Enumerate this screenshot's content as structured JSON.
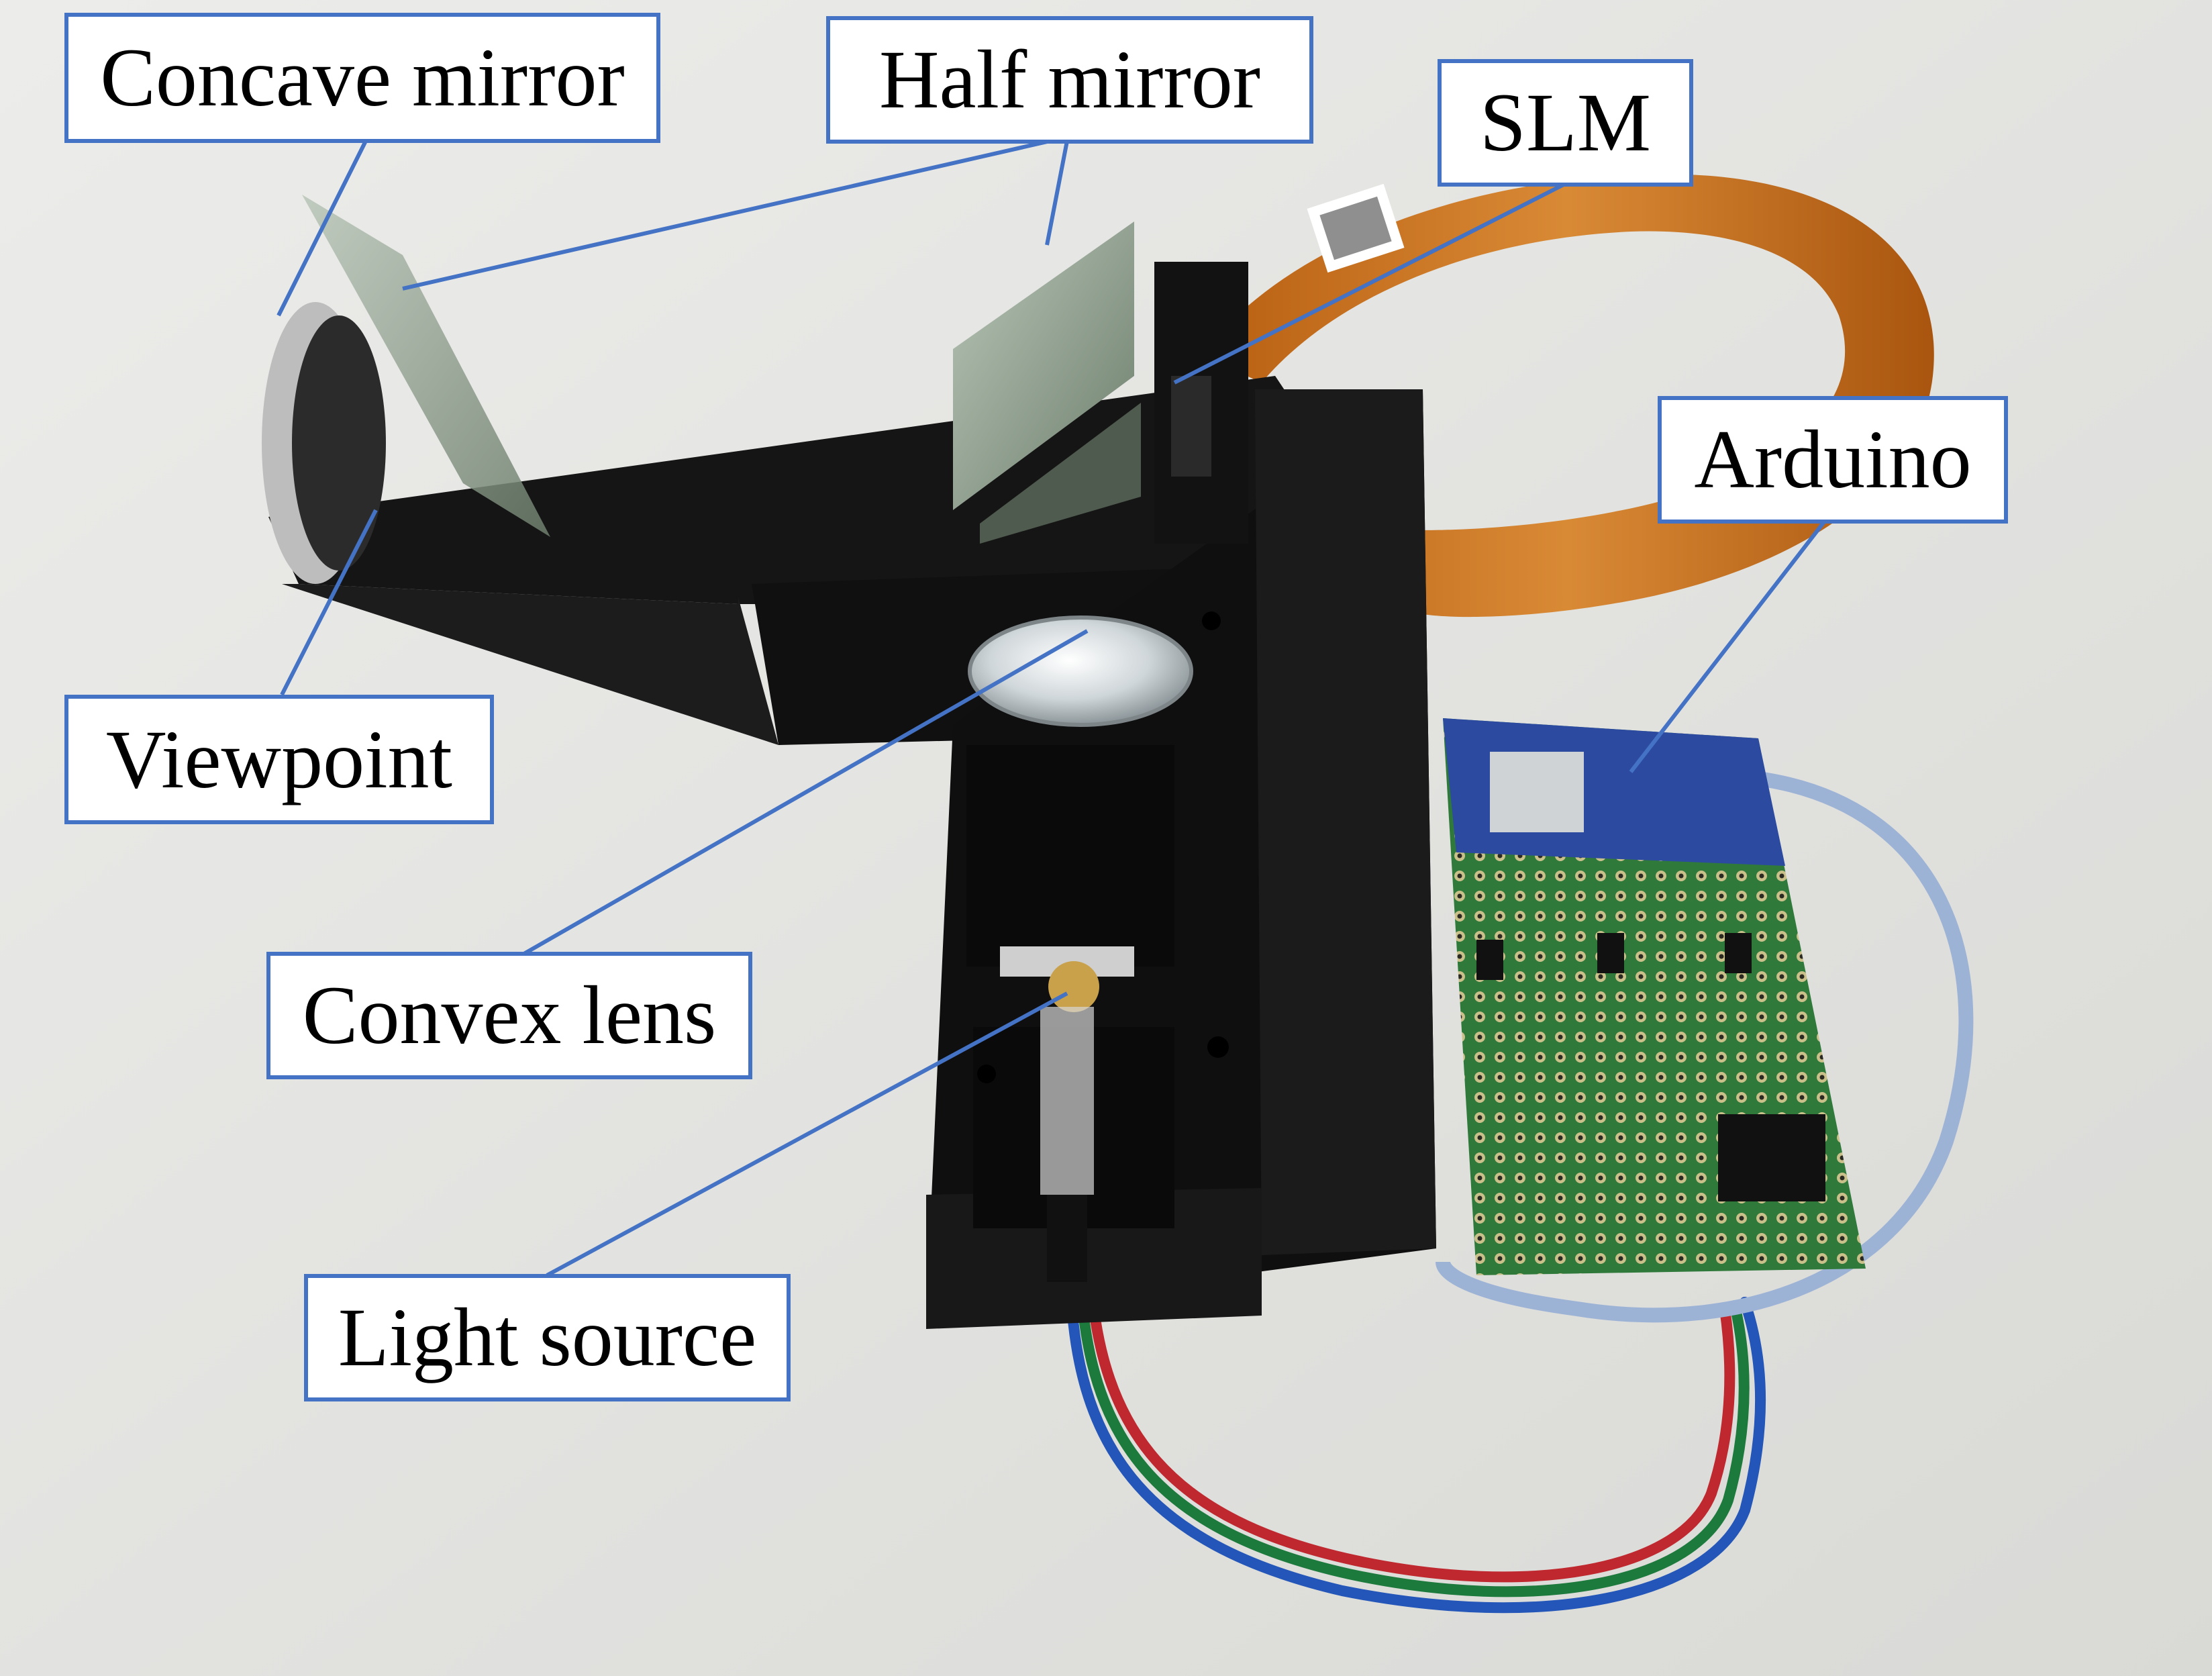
{
  "photo": {
    "subject": "optical display prototype on black 3D-printed mount with Arduino on perfboard",
    "colors": {
      "background": "#e9e9e7",
      "mount": "#141414",
      "ribbon_cable": "#c8741e",
      "pcb": "#2f7a3a",
      "arduino": "#2b4aa0",
      "callout_border": "#4472c4"
    }
  },
  "labels": {
    "concave_mirror": "Concave mirror",
    "half_mirror": "Half mirror",
    "slm": "SLM",
    "arduino": "Arduino",
    "viewpoint": "Viewpoint",
    "convex_lens": "Convex lens",
    "light_source": "Light source"
  }
}
